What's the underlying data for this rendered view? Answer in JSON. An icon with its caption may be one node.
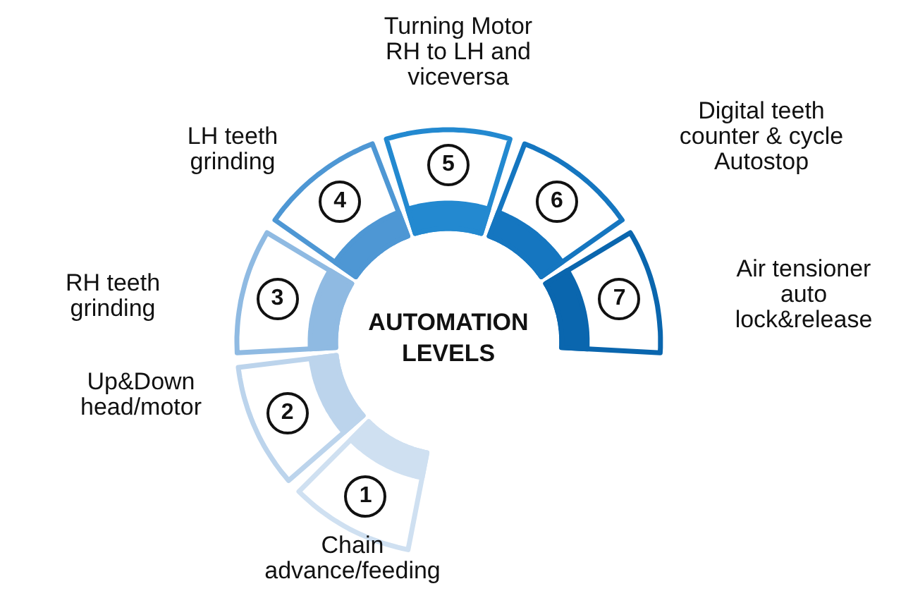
{
  "diagram": {
    "nodes": [
      {
        "text": [
          "1"
        ],
        "beside": [
          "Chain advance/feeding"
        ]
      },
      {
        "text": [
          "2"
        ],
        "beside": [
          "Up&Down head/motor"
        ]
      },
      {
        "text": [
          "3"
        ],
        "beside": [
          "RH teeth grinding"
        ]
      },
      {
        "text": [
          "4"
        ],
        "beside": [
          "LH teeth grinding"
        ]
      },
      {
        "text": [
          "5"
        ],
        "beside": [
          "Turning Motor RH to LH and viceversa"
        ]
      },
      {
        "text": [
          "6"
        ],
        "beside": [
          "Digital teeth counter & cycle Autostop"
        ]
      },
      {
        "text": [
          "7"
        ],
        "beside": [
          "Air tensioner auto lock&release"
        ]
      }
    ],
    "labels": [
      "AUTOMATION LEVELS"
    ]
  }
}
